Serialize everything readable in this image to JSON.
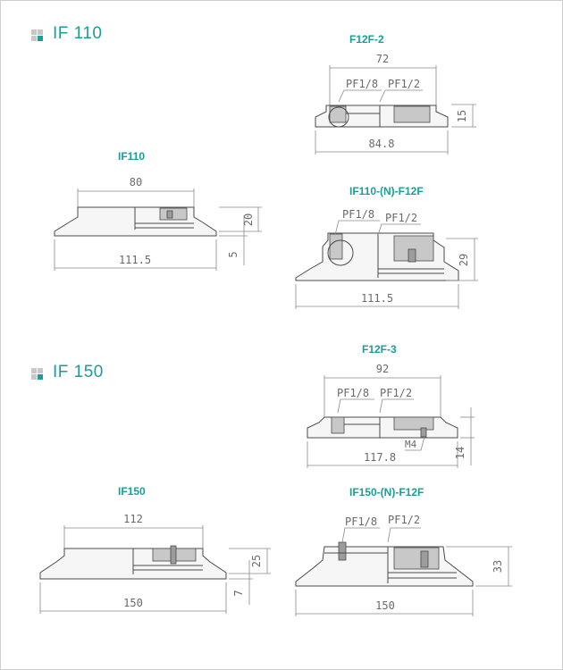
{
  "colors": {
    "accent": "#1a9e96",
    "line": "#4a4a4a",
    "dimension": "#6a6a6a",
    "bullet_dark": "#1a9e96",
    "bullet_light": "#c8c8c8"
  },
  "sections": [
    {
      "title": "IF 110",
      "bullet_icon": "square-grid-icon"
    },
    {
      "title": "IF 150",
      "bullet_icon": "square-grid-icon"
    }
  ],
  "parts": [
    {
      "label": "IF110",
      "dims": [
        "80",
        "111.5",
        "20",
        "5"
      ]
    },
    {
      "label": "F12F-2",
      "dims": [
        "72",
        "84.8",
        "15"
      ],
      "ports": [
        "PF1/8",
        "PF1/2"
      ]
    },
    {
      "label": "IF110-(N)-F12F",
      "dims": [
        "111.5",
        "29"
      ],
      "ports": [
        "PF1/8",
        "PF1/2"
      ]
    },
    {
      "label": "IF150",
      "dims": [
        "112",
        "150",
        "25",
        "7"
      ]
    },
    {
      "label": "F12F-3",
      "dims": [
        "92",
        "117.8",
        "14"
      ],
      "ports": [
        "PF1/8",
        "PF1/2"
      ],
      "thread": "M4"
    },
    {
      "label": "IF150-(N)-F12F",
      "dims": [
        "150",
        "33"
      ],
      "ports": [
        "PF1/8",
        "PF1/2"
      ]
    }
  ]
}
